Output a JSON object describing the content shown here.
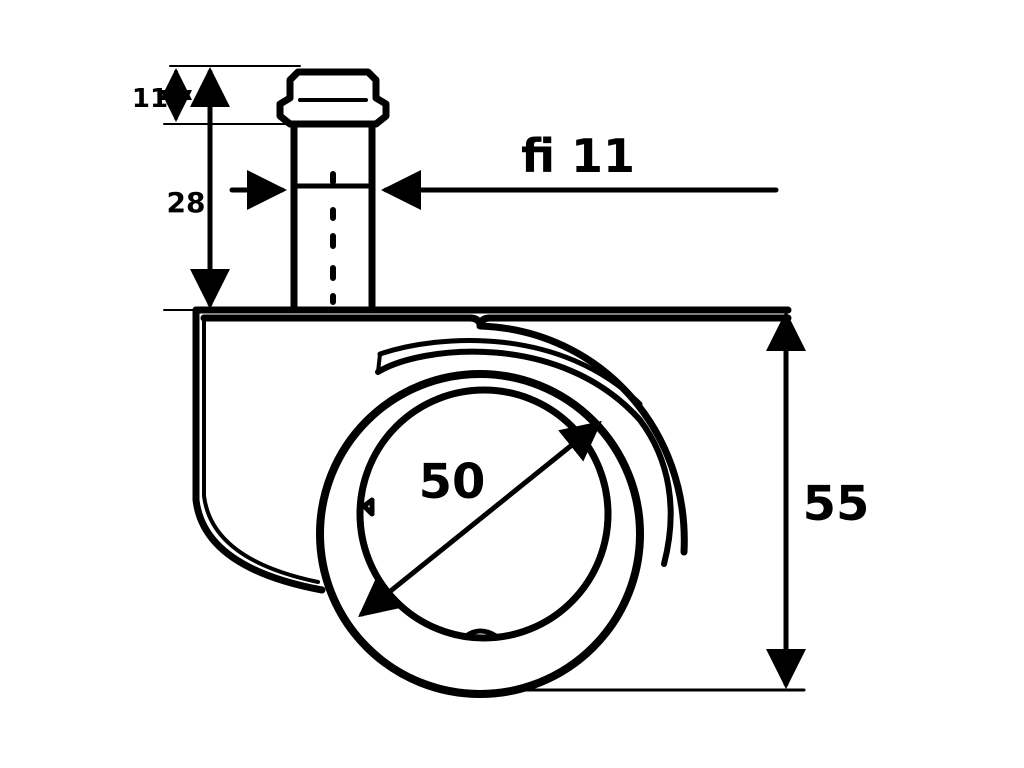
{
  "drawing": {
    "labels": {
      "stem_head_height": "11",
      "stem_length": "28",
      "stem_diameter": "fi 11",
      "wheel_diameter": "50",
      "overall_height": "55"
    },
    "colors": {
      "line": "#000000",
      "background": "#ffffff"
    }
  }
}
